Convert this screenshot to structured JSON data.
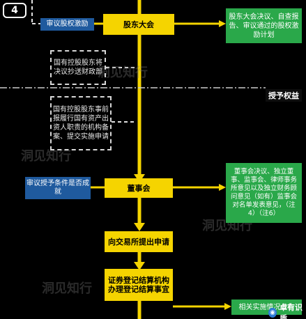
{
  "badge": "4",
  "section_label": "授予权益",
  "watermark": "洞见知行",
  "footer": "卓有识质",
  "nodes": {
    "shareholders_meeting": "股东大会",
    "review_incentive": "审议股权激励",
    "resolution_filing": "国有控股股东将决议抄送财政部",
    "state_owned_filing": "国有控股股东事前报履行国有资产出资人职责的机构备案、提交实施申请",
    "shareholders_note": "股东大会决议、自查报告、审议通过的股权激励计划",
    "board": "董事会",
    "review_conditions": "审议授予条件是否成就",
    "board_note": "董事会决议、独立董事、监事会、律师事务所意见以及独立财务顾问意见（如有）监事会对名单发表意见，（注4）（注6）",
    "exchange_apply": "向交易所提出申请",
    "settlement": "证券登记结算机构办理登记结算事宜",
    "related_announcement": "相关实施情况公告"
  }
}
